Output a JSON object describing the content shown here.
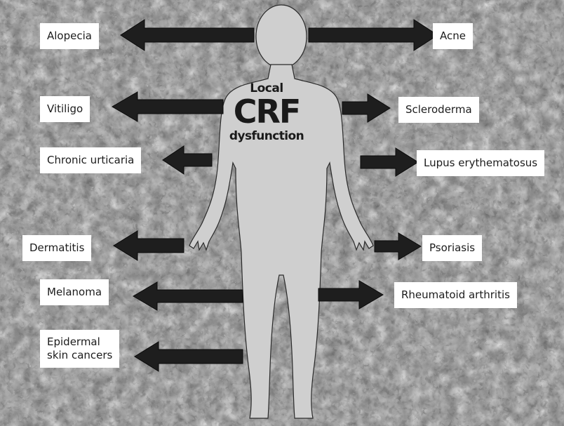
{
  "center": {
    "line1": "Local",
    "line2": "CRF",
    "line3": "dysfunction"
  },
  "labels": {
    "alopecia": "Alopecia",
    "acne": "Acne",
    "vitiligo": "Vitiligo",
    "scleroderma": "Scleroderma",
    "chronic_urticaria": "Chronic urticaria",
    "lupus": "Lupus erythematosus",
    "dermatitis": "Dermatitis",
    "psoriasis": "Psoriasis",
    "melanoma": "Melanoma",
    "rheumatoid_arthritis": "Rheumatoid arthritis",
    "epidermal_skin_cancers": "Epidermal\nskin cancers"
  },
  "colors": {
    "silhouette": "#cfcfcf",
    "arrow": "#1e1e1e",
    "label_bg": "#ffffff",
    "background_tissue": "#6e6e6e"
  }
}
